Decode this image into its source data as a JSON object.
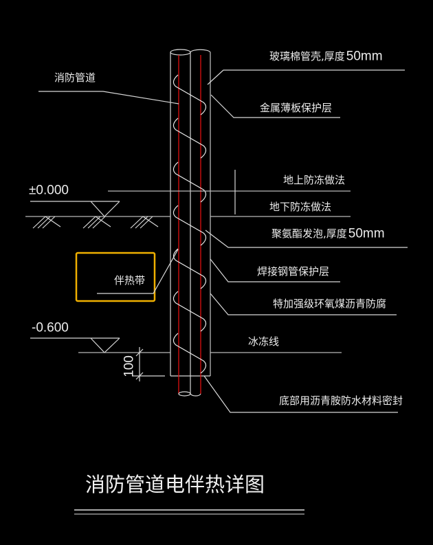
{
  "labels": {
    "fire_pipe": "消防管道",
    "glass_wool": "玻璃棉管壳,厚度",
    "glass_wool_thickness": "50mm",
    "metal_sheet": "金属薄板保护层",
    "above_ground": "地上防冻做法",
    "below_ground": "地下防冻做法",
    "pu_foam": "聚氨酯发泡,厚度",
    "pu_foam_thickness": "50mm",
    "heat_tracing": "伴热带",
    "steel_pipe": "焊接钢管保护层",
    "anticorrosion": "特加强级环氧煤沥青防腐",
    "frost_line": "冰冻线",
    "bottom_seal": "底部用沥青胺防水材料密封"
  },
  "elevations": {
    "ground": "±0.000",
    "frost": "-0.600"
  },
  "dimension": "100",
  "title": "消防管道电伴热详图",
  "colors": {
    "background": "#000000",
    "line": "#d8d8d8",
    "pipe_red": "#e01010",
    "highlight_box": "#f0b000"
  }
}
